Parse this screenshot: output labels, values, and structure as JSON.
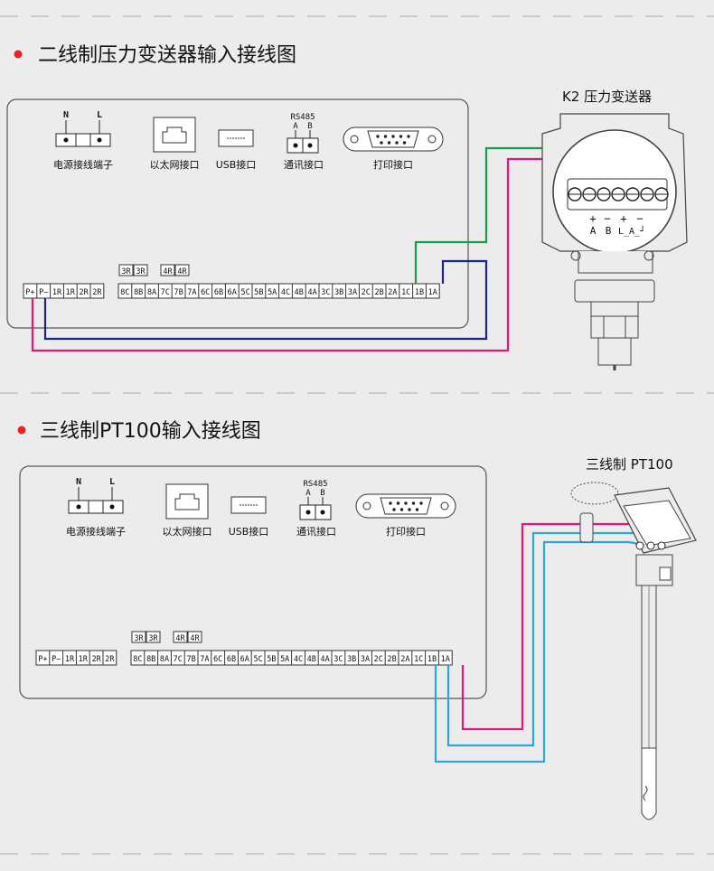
{
  "sections": [
    {
      "heading": "二线制压力变送器输入接线图",
      "device_title": "K2 压力变送器",
      "transmitter_terminal_labels": [
        "+",
        "−",
        "+",
        "−"
      ],
      "transmitter_sub_labels": [
        "A",
        "B",
        "L̲A̲┘"
      ]
    },
    {
      "heading": "三线制PT100输入接线图",
      "device_title": "三线制 PT100"
    }
  ],
  "panel": {
    "power_label": "电源接线端子",
    "power_pins": [
      "N",
      "L"
    ],
    "ethernet_label": "以太网接口",
    "usb_label": "USB接口",
    "rs485_title": "RS485",
    "rs485_pins": [
      "A",
      "B"
    ],
    "rs485_label": "通讯接口",
    "print_label": "打印接口",
    "relay_group_labels": [
      "3R",
      "3R",
      "4R",
      "4R"
    ],
    "left_terminals": [
      "P+",
      "P−",
      "1R",
      "1R",
      "2R",
      "2R"
    ],
    "main_terminals": [
      "8C",
      "8B",
      "8A",
      "7C",
      "7B",
      "7A",
      "6C",
      "6B",
      "6A",
      "5C",
      "5B",
      "5A",
      "4C",
      "4B",
      "4A",
      "3C",
      "3B",
      "3A",
      "2C",
      "2B",
      "2A",
      "1C",
      "1B",
      "1A"
    ]
  },
  "wire_colors": {
    "green": "#1a9a4a",
    "magenta": "#e0187c",
    "navy": "#1a237e",
    "blue": "#29a8e0",
    "red": "#e8202a"
  }
}
